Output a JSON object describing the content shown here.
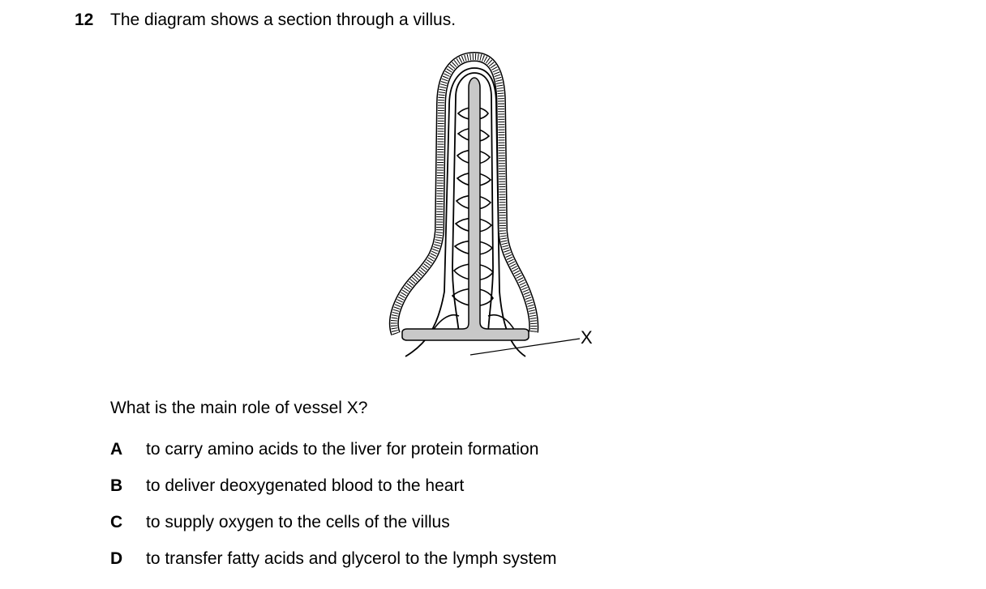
{
  "question": {
    "number": "12",
    "stem": "The diagram shows a section through a villus.",
    "prompt": "What is the main role of vessel X?"
  },
  "diagram": {
    "label_x": "X"
  },
  "options": [
    {
      "letter": "A",
      "text": "to carry amino acids to the liver for protein formation"
    },
    {
      "letter": "B",
      "text": "to deliver deoxygenated blood to the heart"
    },
    {
      "letter": "C",
      "text": "to supply oxygen to the cells of the villus"
    },
    {
      "letter": "D",
      "text": "to transfer fatty acids and glycerol to the lymph system"
    }
  ]
}
